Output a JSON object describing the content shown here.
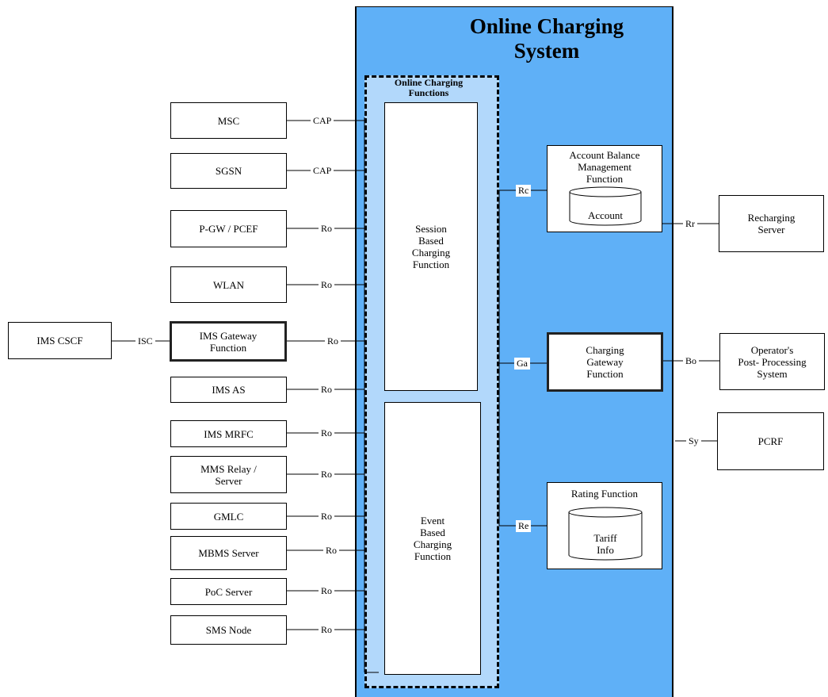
{
  "diagram": {
    "title": "Online Charging\nSystem",
    "ocf_title": "Online Charging\nFunctions",
    "session_function": "Session\nBased\nCharging\nFunction",
    "event_function": "Event\nBased\nCharging\nFunction",
    "abmf": {
      "title": "Account Balance\nManagement\nFunction",
      "db_label": "Account"
    },
    "cgf": "Charging\nGateway\nFunction",
    "rating": {
      "title": "Rating Function",
      "db_label": "Tariff\nInfo"
    },
    "left_nodes": [
      {
        "id": "msc",
        "label": "MSC",
        "interface": "CAP"
      },
      {
        "id": "sgsn",
        "label": "SGSN",
        "interface": "CAP"
      },
      {
        "id": "pgw",
        "label": "P-GW / PCEF",
        "interface": "Ro"
      },
      {
        "id": "wlan",
        "label": "WLAN",
        "interface": "Ro"
      },
      {
        "id": "ims-gw",
        "label": "IMS Gateway\nFunction",
        "interface": "Ro"
      },
      {
        "id": "ims-as",
        "label": "IMS AS",
        "interface": "Ro"
      },
      {
        "id": "ims-mrfc",
        "label": "IMS MRFC",
        "interface": "Ro"
      },
      {
        "id": "mms",
        "label": "MMS Relay /\nServer",
        "interface": "Ro"
      },
      {
        "id": "gmlc",
        "label": "GMLC",
        "interface": "Ro"
      },
      {
        "id": "mbms",
        "label": "MBMS Server",
        "interface": "Ro"
      },
      {
        "id": "poc",
        "label": "PoC Server",
        "interface": "Ro"
      },
      {
        "id": "sms",
        "label": "SMS Node",
        "interface": "Ro"
      }
    ],
    "ims_cscf": {
      "label": "IMS   CSCF",
      "interface": "ISC"
    },
    "internal_interfaces": {
      "rc": "Rc",
      "ga": "Ga",
      "re": "Re"
    },
    "right_nodes": [
      {
        "id": "recharging",
        "label": "Recharging\nServer",
        "interface": "Rr"
      },
      {
        "id": "opps",
        "label": "Operator's\nPost- Processing\nSystem",
        "interface": "Bo"
      },
      {
        "id": "pcrf",
        "label": "PCRF",
        "interface": "Sy"
      }
    ]
  }
}
